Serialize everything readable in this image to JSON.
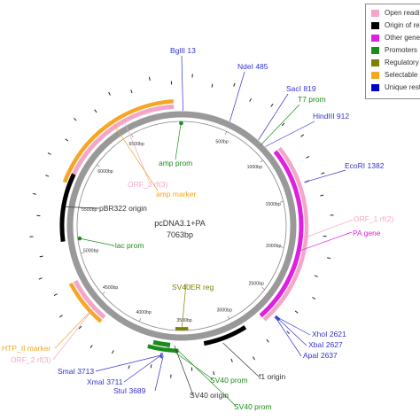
{
  "plasmid": {
    "name": "pcDNA3.1+PA",
    "size": "7063bp",
    "total_bp": 7063
  },
  "ruler_ticks": [
    {
      "bp": 500,
      "label": "500bp"
    },
    {
      "bp": 1000,
      "label": "1000bp"
    },
    {
      "bp": 1500,
      "label": "1500bp"
    },
    {
      "bp": 2000,
      "label": "2000bp"
    },
    {
      "bp": 2500,
      "label": "2500bp"
    },
    {
      "bp": 3000,
      "label": "3000bp"
    },
    {
      "bp": 3500,
      "label": "3500bp"
    },
    {
      "bp": 4000,
      "label": "4000bp"
    },
    {
      "bp": 4500,
      "label": "4500bp"
    },
    {
      "bp": 5000,
      "label": "5000bp"
    },
    {
      "bp": 5500,
      "label": "5500bp"
    },
    {
      "bp": 6000,
      "label": "6000bp"
    },
    {
      "bp": 6500,
      "label": "6500bp"
    }
  ],
  "legend": [
    {
      "label": "Open reading frames",
      "color": "#f4a6c8"
    },
    {
      "label": "Origin of replication",
      "color": "#000000"
    },
    {
      "label": "Other genes",
      "color": "#e11fe1"
    },
    {
      "label": "Promoters",
      "color": "#1a8c1a"
    },
    {
      "label": "Regulatory sequences",
      "color": "#808000"
    },
    {
      "label": "Selectable markers",
      "color": "#f5a623"
    },
    {
      "label": "Unique restriction sites",
      "color": "#0000cc"
    }
  ],
  "features": [
    {
      "type": "Selectable markers",
      "start": 5700,
      "end": 6990,
      "track": "outer2"
    },
    {
      "type": "Open reading frames",
      "start": 5700,
      "end": 6990,
      "track": "outer1"
    },
    {
      "type": "Origin of replication",
      "start": 5150,
      "end": 5800,
      "track": "outer1"
    },
    {
      "type": "Promoters",
      "start": 7040,
      "end": 7063,
      "track": "inner"
    },
    {
      "type": "Other genes",
      "start": 1010,
      "end": 2720,
      "track": "outer1"
    },
    {
      "type": "Open reading frames",
      "start": 1010,
      "end": 2720,
      "track": "outer2"
    },
    {
      "type": "Origin of replication",
      "start": 2900,
      "end": 3320,
      "track": "outer1"
    },
    {
      "type": "Regulatory sequences",
      "start": 3460,
      "end": 3600,
      "track": "inner"
    },
    {
      "type": "Promoters",
      "start": 3640,
      "end": 3800,
      "track": "outer1"
    },
    {
      "type": "Promoters",
      "start": 3560,
      "end": 3840,
      "track": "outer2"
    },
    {
      "type": "Open reading frames",
      "start": 4320,
      "end": 4760,
      "track": "outer1"
    },
    {
      "type": "Selectable markers",
      "start": 4320,
      "end": 4760,
      "track": "outer2"
    },
    {
      "type": "Promoters",
      "start": 5150,
      "end": 5170,
      "track": "inner"
    }
  ],
  "labels": [
    {
      "text": "BglII 13",
      "color": "#3333cc"
    },
    {
      "text": "NdeI 485",
      "color": "#3333cc"
    },
    {
      "text": "SacI 819",
      "color": "#3333cc"
    },
    {
      "text": "T7 prom",
      "color": "#1a8c1a"
    },
    {
      "text": "HindIII 912",
      "color": "#3333cc"
    },
    {
      "text": "EcoRI 1382",
      "color": "#3333cc"
    },
    {
      "text": "ORF_1 rf(2)",
      "color": "#f4a6c8"
    },
    {
      "text": "PA gene",
      "color": "#e11fe1"
    },
    {
      "text": "XhoI 2621",
      "color": "#3333cc"
    },
    {
      "text": "XbaI 2627",
      "color": "#3333cc"
    },
    {
      "text": "ApaI 2637",
      "color": "#3333cc"
    },
    {
      "text": "f1 origin",
      "color": "#333333"
    },
    {
      "text": "SV40 prom",
      "color": "#1a8c1a"
    },
    {
      "text": "SV40 origin",
      "color": "#333333"
    },
    {
      "text": "SV40 prom",
      "color": "#1a8c1a"
    },
    {
      "text": "StuI 3689",
      "color": "#3333cc"
    },
    {
      "text": "XmaI 3711",
      "color": "#3333cc"
    },
    {
      "text": "SmaI 3713",
      "color": "#3333cc"
    },
    {
      "text": "ORF_2 rf(3)",
      "color": "#f4a6c8"
    },
    {
      "text": "HTP_II marker",
      "color": "#f5a623"
    },
    {
      "text": "SV40ER reg",
      "color": "#808000"
    },
    {
      "text": "-lac prom",
      "color": "#1a8c1a"
    },
    {
      "text": "pBR322 origin",
      "color": "#333333"
    },
    {
      "text": "ORF_3 rf(3)",
      "color": "#f4a6c8"
    },
    {
      "text": "amp marker",
      "color": "#f5a623"
    },
    {
      "text": "amp prom",
      "color": "#1a8c1a"
    }
  ]
}
